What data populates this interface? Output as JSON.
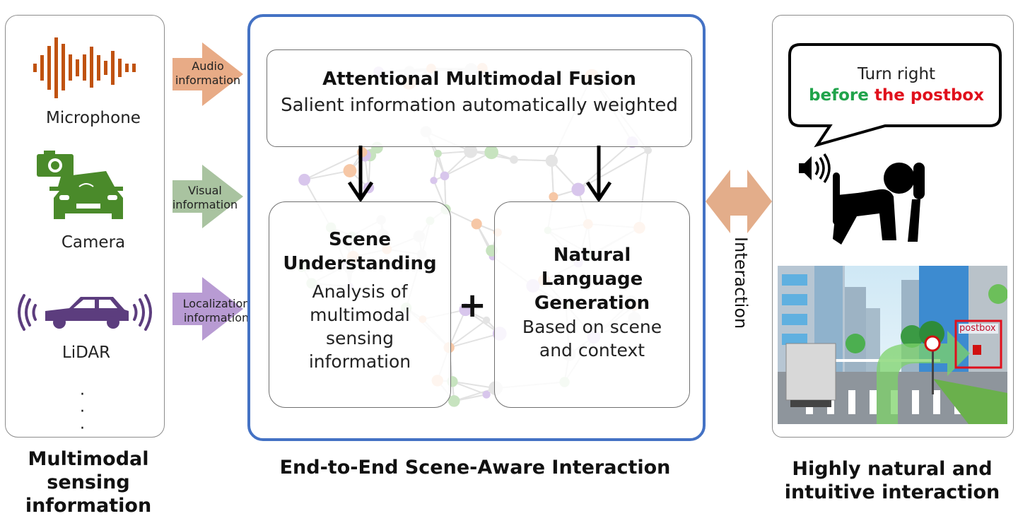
{
  "left": {
    "sensors": [
      {
        "icon": "waveform-icon",
        "label": "Microphone",
        "color": "#c0520f"
      },
      {
        "icon": "camera-car-icon",
        "label": "Camera",
        "color": "#4a8a2a"
      },
      {
        "icon": "lidar-car-icon",
        "label": "LiDAR",
        "color": "#5c3d7e"
      }
    ],
    "ellipsis": "·",
    "caption_lines": [
      "Multimodal",
      "sensing",
      "information"
    ]
  },
  "inputs": [
    {
      "lines": [
        "Audio",
        "information"
      ],
      "color": "#e8ab86"
    },
    {
      "lines": [
        "Visual",
        "information"
      ],
      "color": "#a9c3a0"
    },
    {
      "lines": [
        "Localization",
        "information"
      ],
      "color": "#b89bd3"
    }
  ],
  "center": {
    "border_color": "#4472c4",
    "fusion": {
      "title": "Attentional Multimodal Fusion",
      "subtitle": "Salient information automatically weighted"
    },
    "scene": {
      "title_lines": [
        "Scene",
        "Understanding"
      ],
      "text_lines": [
        "Analysis of",
        "multimodal",
        "sensing",
        "information"
      ]
    },
    "plus": "+",
    "nlg": {
      "title_lines": [
        "Natural",
        "Language",
        "Generation"
      ],
      "text_lines": [
        "Based on scene",
        "and context"
      ]
    },
    "caption": "End-to-End Scene-Aware Interaction"
  },
  "interaction": {
    "label": "Interaction",
    "color": "#e3ad8a"
  },
  "right": {
    "speech": {
      "line1": "Turn right",
      "green_part": "before",
      "red_part": "the postbox",
      "green": "#1fa34a",
      "red": "#e0101c"
    },
    "scene_tag": "postbox",
    "caption_lines": [
      "Highly natural and",
      "intuitive interaction"
    ]
  }
}
